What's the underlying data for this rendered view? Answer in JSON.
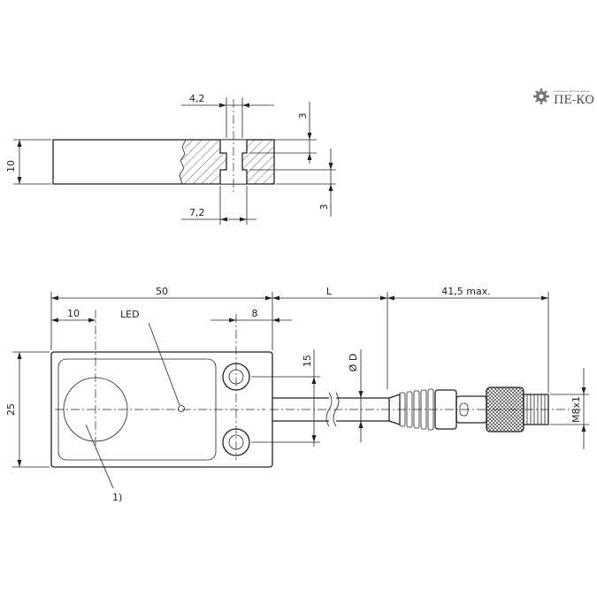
{
  "logo": {
    "text": "ПЕ-КО",
    "tagline": "Компания Автоматизации",
    "icon": "gear-icon",
    "color": "#666666"
  },
  "top_view": {
    "dim_hole_top": "4,2",
    "dim_hole_bottom": "7,2",
    "dim_height": "10",
    "dim_step_top": "3",
    "dim_step_bottom": "3"
  },
  "front_view": {
    "dim_length_body": "50",
    "dim_cable_length": "L",
    "dim_connector": "41,5 max.",
    "dim_sensor_offset": "10",
    "dim_hole_offset": "8",
    "dim_height": "25",
    "dim_hole_spacing": "15",
    "dim_cable_diameter": "Ø D",
    "dim_thread": "M8x1",
    "label_led": "LED",
    "note_marker": "1)"
  },
  "colors": {
    "line": "#222222",
    "hatch": "#333333"
  }
}
